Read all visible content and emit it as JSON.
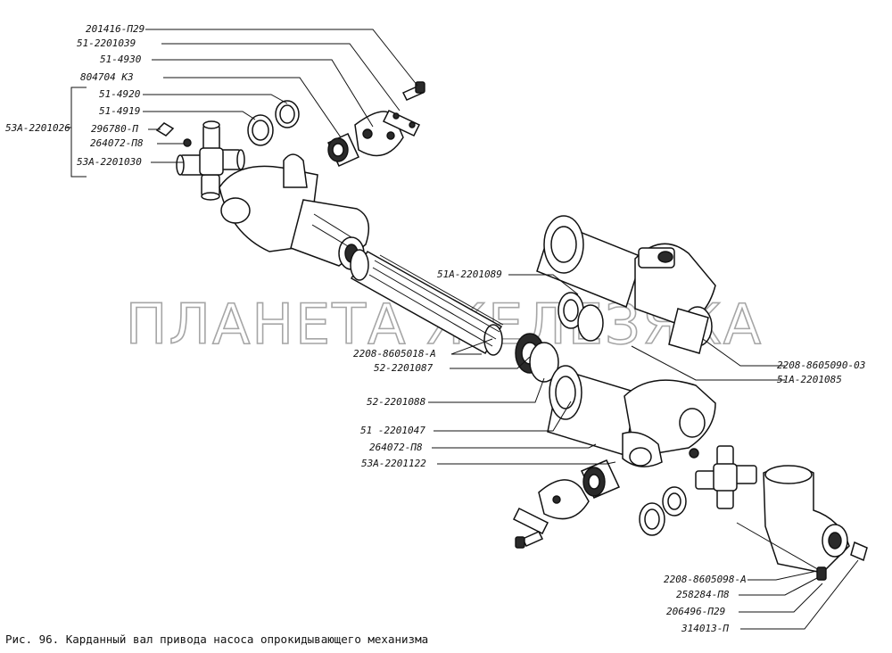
{
  "watermark": "ПЛАНЕТА ЖЕЛЕЗЯКА",
  "caption": "Рис. 96. Карданный вал привода насоса опрокидывающего механизма",
  "group_label": "53А-2201026",
  "labels": [
    {
      "id": "201416-p29",
      "text": "201416-П29"
    },
    {
      "id": "51-2201039",
      "text": "51-2201039"
    },
    {
      "id": "51-4930",
      "text": "51-4930"
    },
    {
      "id": "804704-k3",
      "text": "804704 К3"
    },
    {
      "id": "51-4920",
      "text": "51-4920"
    },
    {
      "id": "51-4919",
      "text": "51-4919"
    },
    {
      "id": "296780-p",
      "text": "296780-П"
    },
    {
      "id": "264072-p8-top",
      "text": "264072-П8"
    },
    {
      "id": "53a-2201030",
      "text": "53А-2201030"
    },
    {
      "id": "51a-2201089",
      "text": "51А-2201089"
    },
    {
      "id": "2208-8605018-a",
      "text": "2208-8605018-А"
    },
    {
      "id": "52-2201087",
      "text": "52-2201087"
    },
    {
      "id": "52-2201088",
      "text": "52-2201088"
    },
    {
      "id": "51-2201047",
      "text": "51 -2201047"
    },
    {
      "id": "264072-p8-mid",
      "text": "264072-П8"
    },
    {
      "id": "53a-2201122",
      "text": "53А-2201122"
    },
    {
      "id": "2208-8605090-03",
      "text": "2208-8605090-03"
    },
    {
      "id": "51a-2201085",
      "text": "51А-2201085"
    },
    {
      "id": "2208-8605098-a",
      "text": "2208-8605098-А"
    },
    {
      "id": "258284-p8",
      "text": "258284-П8"
    },
    {
      "id": "206496-p29",
      "text": "206496-П29"
    },
    {
      "id": "314013-p",
      "text": "314013-П"
    }
  ]
}
